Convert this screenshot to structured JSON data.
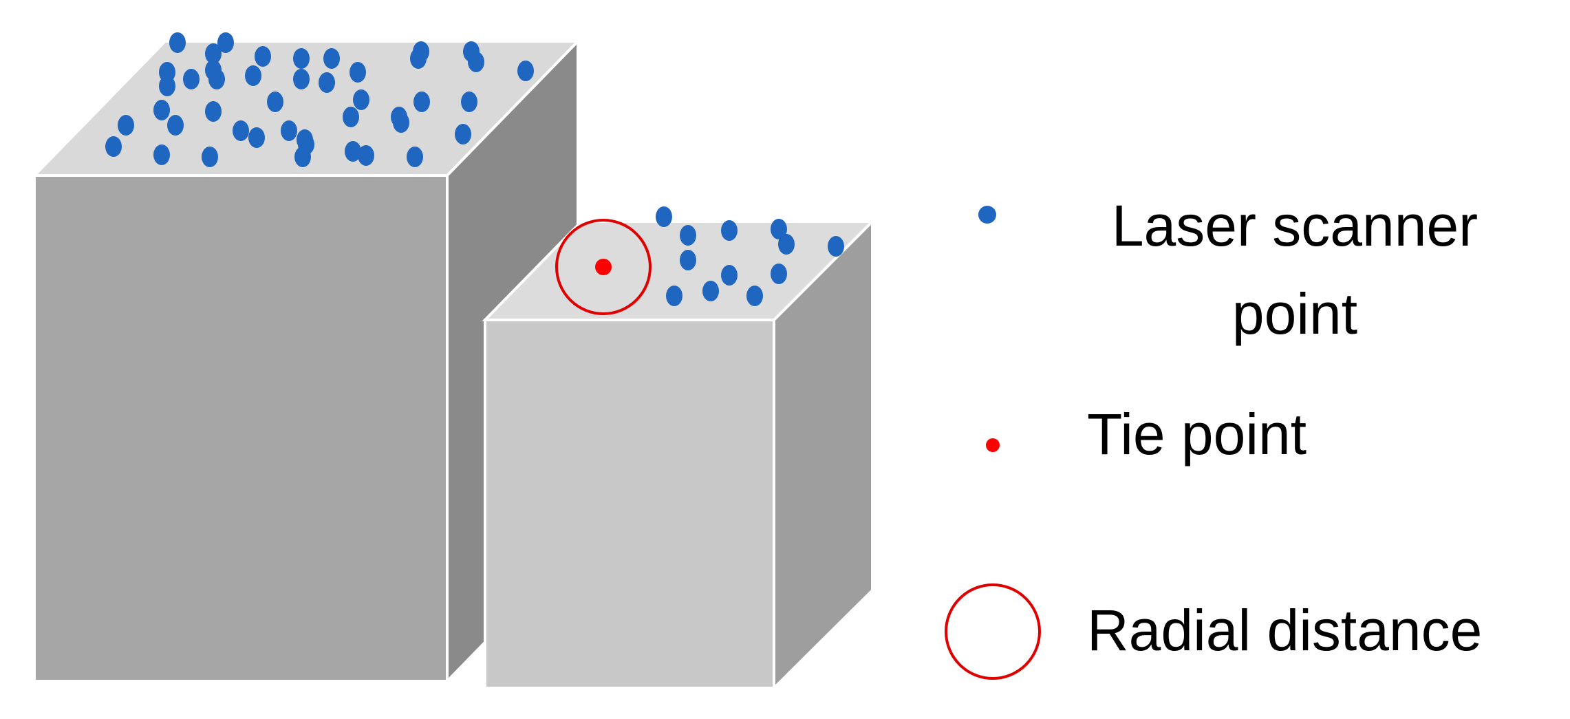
{
  "legend": {
    "laser_point_label_line1": "Laser scanner",
    "laser_point_label_line2": "point",
    "tie_point_label": "Tie point",
    "radial_distance_label": "Radial distance"
  },
  "colors": {
    "laser_point": "#1f66c1",
    "tie_point": "#ff0000",
    "radial_circle": "#e00000",
    "big_box_front": "#a6a6a6",
    "big_box_side": "#8a8a8a",
    "big_box_top": "#d9d9d9",
    "small_box_front": "#c8c8c8",
    "small_box_side": "#9e9e9e",
    "small_box_top": "#dcdcdc"
  },
  "icons": {
    "laser_point_marker": "blue-dot-icon",
    "tie_point_marker": "red-dot-icon",
    "radial_distance_marker": "red-circle-icon"
  }
}
